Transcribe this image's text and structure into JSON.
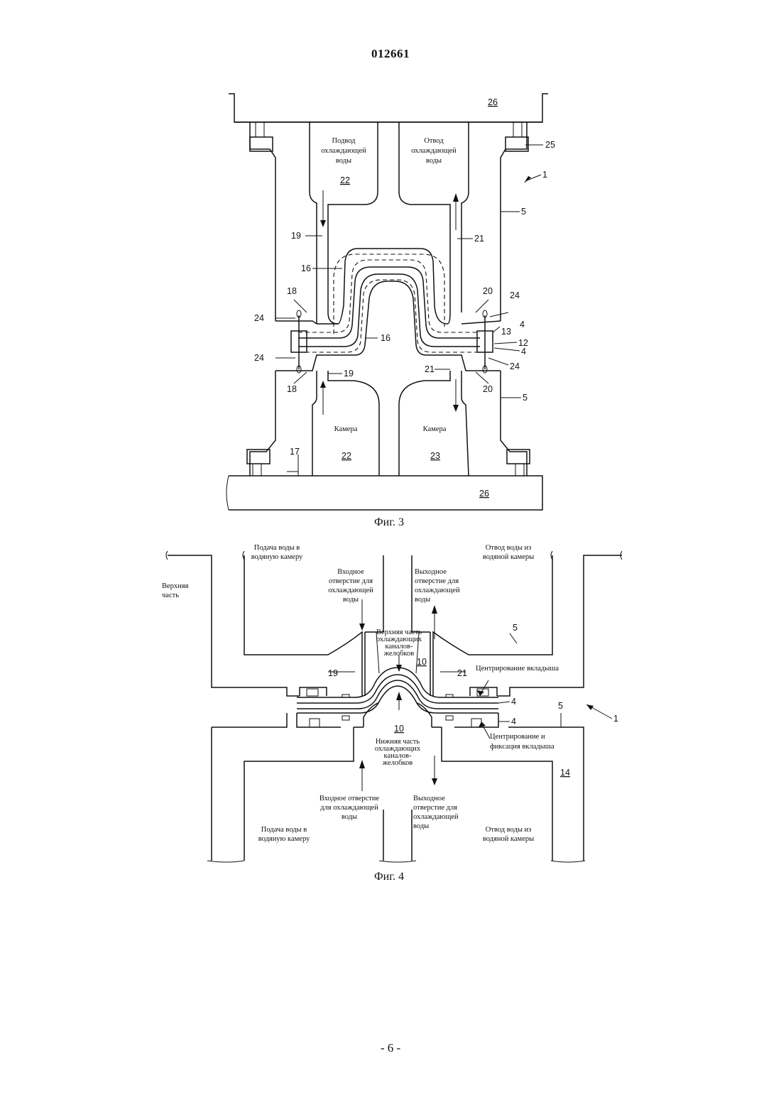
{
  "document": {
    "number": "012661",
    "page_footer": "- 6 -"
  },
  "fig3": {
    "caption": "Фиг. 3",
    "upper_inlet_label": [
      "Подвод",
      "охлаждающей",
      "воды"
    ],
    "upper_outlet_label": [
      "Отвод",
      "охлаждающей",
      "воды"
    ],
    "chamber_label_left": "Камера",
    "chamber_label_right": "Камера",
    "numbers": {
      "n26_top": "26",
      "n26_bottom": "26",
      "n22_top": "22",
      "n22_bottom": "22",
      "n23": "23",
      "n25": "25",
      "n1": "1",
      "n5_top": "5",
      "n5_bottom": "5",
      "n19_top": "19",
      "n19_bottom": "19",
      "n21_top": "21",
      "n21_bottom": "21",
      "n16_top": "16",
      "n16_mid": "16",
      "n18_top": "18",
      "n18_bottom": "18",
      "n20_top": "20",
      "n20_bottom": "20",
      "n24_tl": "24",
      "n24_bl": "24",
      "n24_tr": "24",
      "n24_br": "24",
      "n13": "13",
      "n4_top": "4",
      "n12": "12",
      "n4_bottom": "4",
      "n17": "17"
    }
  },
  "fig4": {
    "caption": "Фиг. 4",
    "top_left_supply": [
      "Подача воды в",
      "водяную камеру"
    ],
    "top_right_drain": [
      "Отвод воды из",
      "водяной камеры"
    ],
    "upper_part": [
      "Верхняя",
      "часть"
    ],
    "upper_inlet": [
      "Входное",
      "отверстие для",
      "охлаждающей",
      "воды"
    ],
    "upper_outlet": [
      "Выходное",
      "отверстие для",
      "охлаждающей",
      "воды"
    ],
    "upper_channel": [
      "Верхняя часть",
      "охлаждающих",
      "каналов-",
      "желобков"
    ],
    "insert_centering": "Центрирование вкладыша",
    "insert_fixing": [
      "Центрирование и",
      "фиксация вкладыша"
    ],
    "lower_channel": [
      "Нижняя часть",
      "охлаждающих",
      "каналов-",
      "желобков"
    ],
    "lower_inlet": [
      "Входное отверстие",
      "для охлаждающей",
      "воды"
    ],
    "lower_outlet": [
      "Выходное",
      "отверстие для",
      "охлаждающей",
      "воды"
    ],
    "bottom_left_supply": [
      "Подача воды в",
      "водяную камеру"
    ],
    "bottom_right_drain": [
      "Отвод воды из",
      "водяной камеры"
    ],
    "numbers": {
      "n5_a": "5",
      "n5_b": "5",
      "n10_top": "10",
      "n10_bottom": "10",
      "n19": "19",
      "n21": "21",
      "n4_a": "4",
      "n4_b": "4",
      "n1": "1",
      "n14": "14"
    }
  }
}
